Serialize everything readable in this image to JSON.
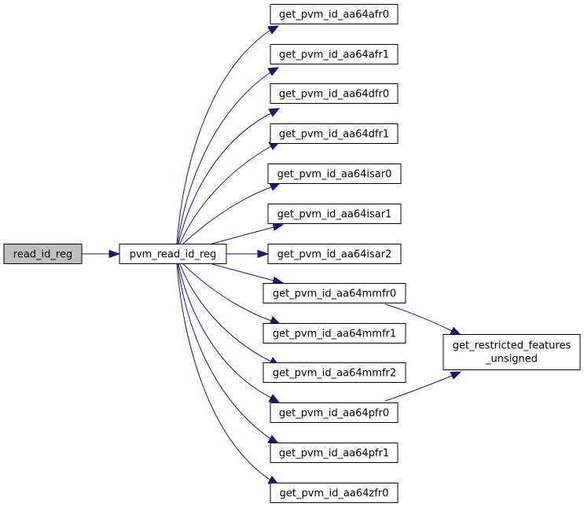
{
  "colors": {
    "edge": "#191970",
    "node_fill": "#ffffff",
    "focus_node_fill": "#bfbfbf",
    "node_border": "#000000"
  },
  "nodes": {
    "read_id_reg": {
      "label": "read_id_reg",
      "focus": true
    },
    "pvm_read_id_reg": {
      "label": "pvm_read_id_reg"
    },
    "afr0": {
      "label": "get_pvm_id_aa64afr0"
    },
    "afr1": {
      "label": "get_pvm_id_aa64afr1"
    },
    "dfr0": {
      "label": "get_pvm_id_aa64dfr0"
    },
    "dfr1": {
      "label": "get_pvm_id_aa64dfr1"
    },
    "isar0": {
      "label": "get_pvm_id_aa64isar0"
    },
    "isar1": {
      "label": "get_pvm_id_aa64isar1"
    },
    "isar2": {
      "label": "get_pvm_id_aa64isar2"
    },
    "mmfr0": {
      "label": "get_pvm_id_aa64mmfr0"
    },
    "mmfr1": {
      "label": "get_pvm_id_aa64mmfr1"
    },
    "mmfr2": {
      "label": "get_pvm_id_aa64mmfr2"
    },
    "pfr0": {
      "label": "get_pvm_id_aa64pfr0"
    },
    "pfr1": {
      "label": "get_pvm_id_aa64pfr1"
    },
    "zfr0": {
      "label": "get_pvm_id_aa64zfr0"
    },
    "restricted": {
      "label_line1": "get_restricted_features",
      "label_line2": "_unsigned"
    }
  },
  "edges": [
    {
      "from": "read_id_reg",
      "to": "pvm_read_id_reg"
    },
    {
      "from": "pvm_read_id_reg",
      "to": "afr0"
    },
    {
      "from": "pvm_read_id_reg",
      "to": "afr1"
    },
    {
      "from": "pvm_read_id_reg",
      "to": "dfr0"
    },
    {
      "from": "pvm_read_id_reg",
      "to": "dfr1"
    },
    {
      "from": "pvm_read_id_reg",
      "to": "isar0"
    },
    {
      "from": "pvm_read_id_reg",
      "to": "isar1"
    },
    {
      "from": "pvm_read_id_reg",
      "to": "isar2"
    },
    {
      "from": "pvm_read_id_reg",
      "to": "mmfr0"
    },
    {
      "from": "pvm_read_id_reg",
      "to": "mmfr1"
    },
    {
      "from": "pvm_read_id_reg",
      "to": "mmfr2"
    },
    {
      "from": "pvm_read_id_reg",
      "to": "pfr0"
    },
    {
      "from": "pvm_read_id_reg",
      "to": "pfr1"
    },
    {
      "from": "pvm_read_id_reg",
      "to": "zfr0"
    },
    {
      "from": "mmfr0",
      "to": "restricted"
    },
    {
      "from": "pfr0",
      "to": "restricted"
    }
  ]
}
